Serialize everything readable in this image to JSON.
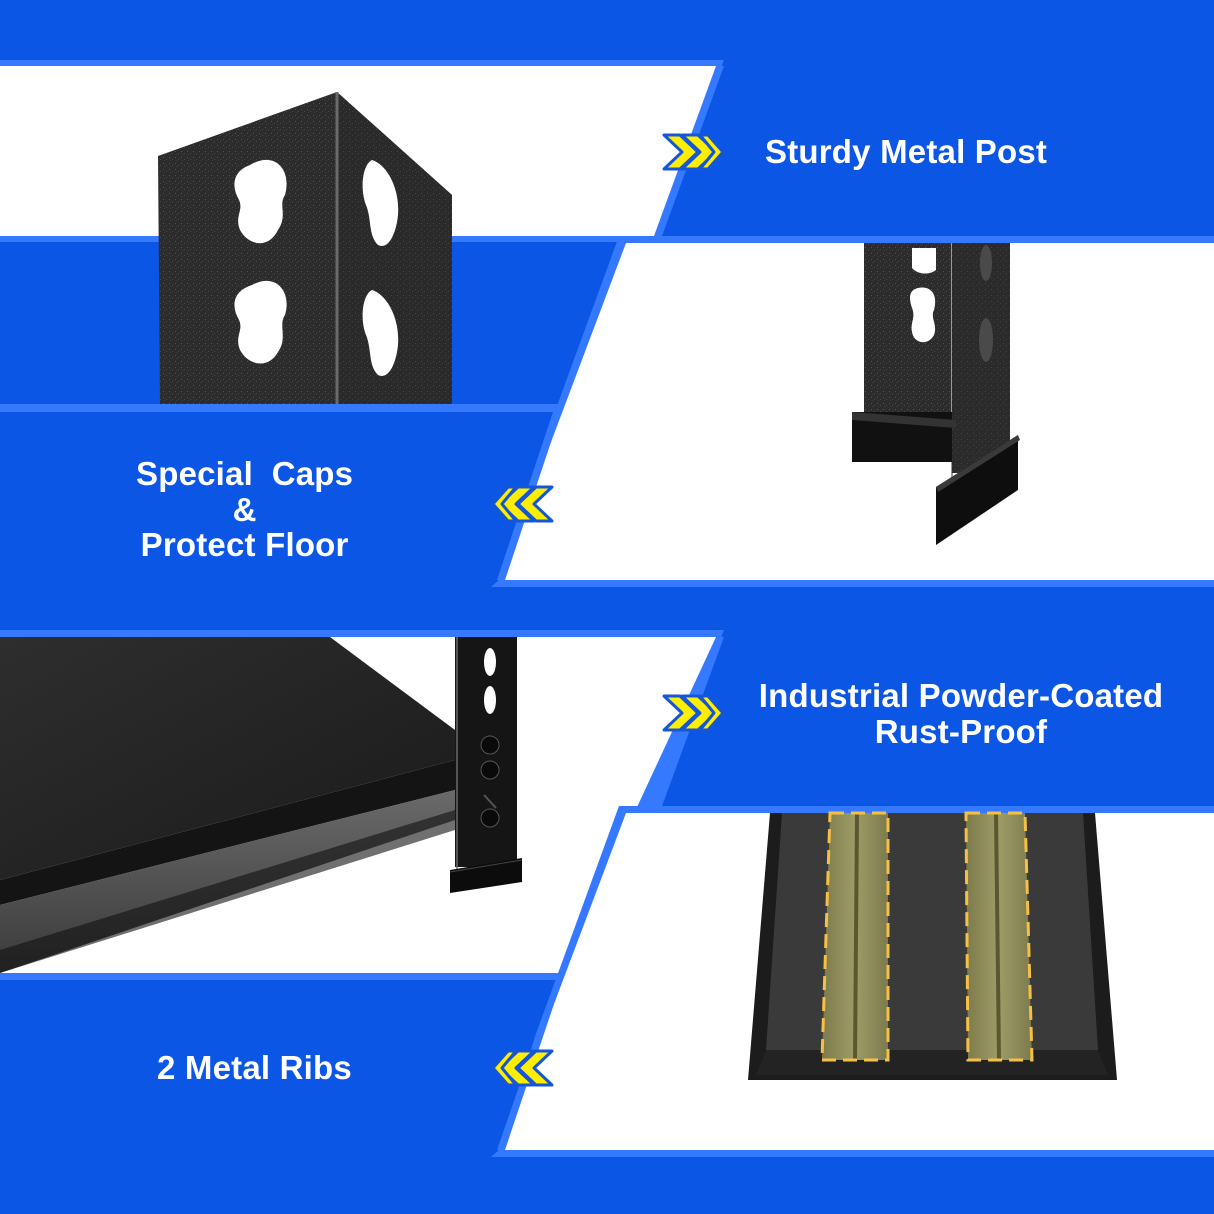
{
  "colors": {
    "background_blue": "#0c56e6",
    "border_blue": "#3479ff",
    "panel_white": "#ffffff",
    "chevron_yellow": "#ffee00",
    "chevron_outline": "#1456d8",
    "rib_olive": "#8e8c5a",
    "rib_dash": "#f5c046",
    "metal_dark": "#2a2a2a"
  },
  "features": [
    {
      "id": "sturdy-metal-post",
      "lines": [
        "Sturdy Metal Post"
      ],
      "chevron_direction": "right",
      "image": "angle-post-top"
    },
    {
      "id": "special-caps",
      "lines": [
        "Special  Caps",
        "&",
        "Protect Floor"
      ],
      "chevron_direction": "left",
      "image": "post-foot-cap"
    },
    {
      "id": "powder-coated",
      "lines": [
        "Industrial Powder-Coated",
        "Rust-Proof"
      ],
      "chevron_direction": "right",
      "image": "shelf-corner"
    },
    {
      "id": "metal-ribs",
      "lines": [
        "2 Metal Ribs"
      ],
      "chevron_direction": "left",
      "image": "shelf-board-ribs"
    }
  ]
}
